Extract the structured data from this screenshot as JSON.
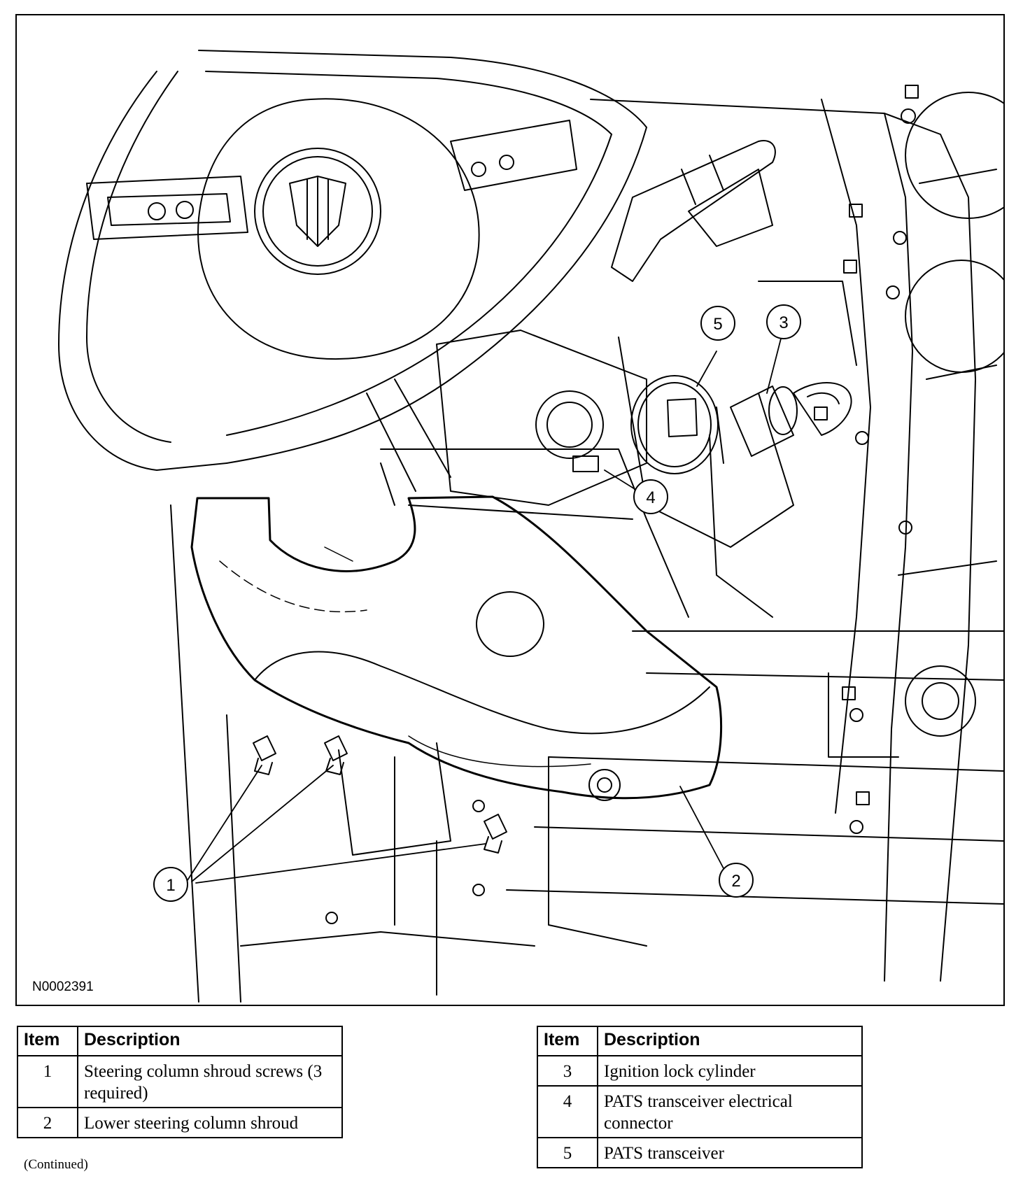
{
  "figure": {
    "id": "N0002391",
    "callouts": [
      "1",
      "2",
      "3",
      "4",
      "5"
    ]
  },
  "legend": {
    "header_item": "Item",
    "header_description": "Description",
    "left_rows": [
      {
        "item": "1",
        "description": "Steering column shroud screws (3 required)"
      },
      {
        "item": "2",
        "description": "Lower steering column shroud"
      }
    ],
    "right_rows": [
      {
        "item": "3",
        "description": "Ignition lock cylinder"
      },
      {
        "item": "4",
        "description": "PATS transceiver electrical connector"
      },
      {
        "item": "5",
        "description": "PATS transceiver"
      }
    ]
  },
  "footer": {
    "continued": "(Continued)"
  }
}
